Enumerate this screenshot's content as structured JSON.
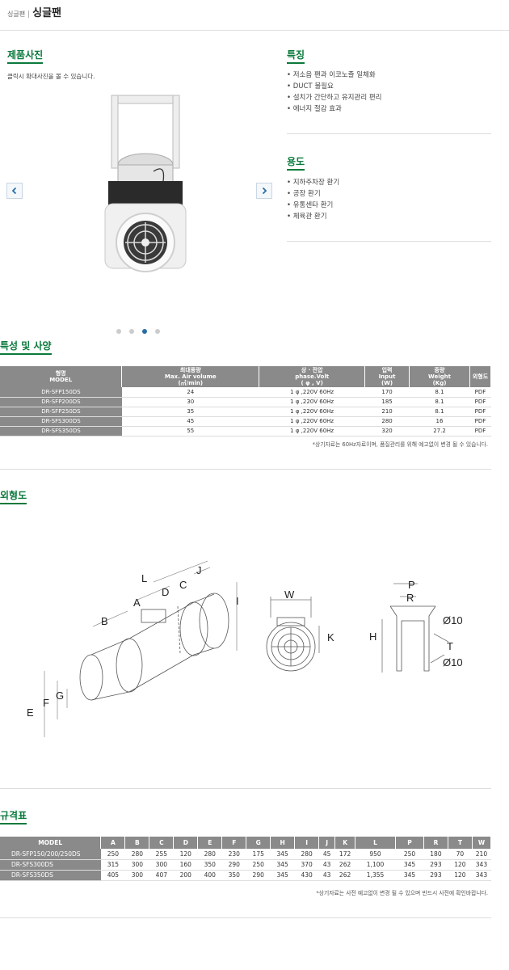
{
  "breadcrumb": {
    "small": "싱글팬",
    "separator": "|",
    "title": "싱글팬"
  },
  "photo_section": {
    "title": "제품사진",
    "hint": "클릭시 확대사진을 볼 수 있습니다.",
    "dots": 4,
    "active_dot": 2
  },
  "features": {
    "title": "특징",
    "items": [
      "저소음 팬과 이코노즐 일체화",
      "DUCT 불필요",
      "설치가 간단하고 유지관리 편리",
      "에너지 절감 효과"
    ]
  },
  "usage": {
    "title": "용도",
    "items": [
      "지하주차장 환기",
      "공장 환기",
      "유통센타 환기",
      "체육관 환기"
    ]
  },
  "spec": {
    "title": "특성 및 사양",
    "headers": [
      [
        "형명",
        "MODEL"
      ],
      [
        "최대풍량",
        "Max. Air volume",
        "(㎥/min)"
      ],
      [
        "상 · 전압",
        "phase.Volt",
        "( φ , V)"
      ],
      [
        "입력",
        "Input",
        "(W)"
      ],
      [
        "중량",
        "Weight",
        "(Kg)"
      ],
      [
        "외형도"
      ]
    ],
    "rows": [
      [
        "DR-SFP150DS",
        "24",
        "1 φ ,220V 60Hz",
        "170",
        "8.1",
        "PDF"
      ],
      [
        "DR-SFP200DS",
        "30",
        "1 φ ,220V 60Hz",
        "185",
        "8.1",
        "PDF"
      ],
      [
        "DR-SFP250DS",
        "35",
        "1 φ ,220V 60Hz",
        "210",
        "8.1",
        "PDF"
      ],
      [
        "DR-SFS300DS",
        "45",
        "1 φ ,220V 60Hz",
        "280",
        "16",
        "PDF"
      ],
      [
        "DR-SFS350DS",
        "55",
        "1 φ ,220V 60Hz",
        "320",
        "27.2",
        "PDF"
      ]
    ],
    "note": "*상기자료는 60Hz자료이며, 품질관리를 위해 예고없이 변경 될 수 있습니다."
  },
  "outline": {
    "title": "외형도",
    "labels": [
      "L",
      "D",
      "C",
      "J",
      "A",
      "B",
      "I",
      "E",
      "F",
      "G",
      "W",
      "K",
      "P",
      "R",
      "H",
      "T",
      "Ø10",
      "Ø10"
    ]
  },
  "dimensions": {
    "title": "규격표",
    "headers": [
      "MODEL",
      "A",
      "B",
      "C",
      "D",
      "E",
      "F",
      "G",
      "H",
      "I",
      "J",
      "K",
      "L",
      "P",
      "R",
      "T",
      "W"
    ],
    "rows": [
      [
        "DR-SFP150/200/250DS",
        "250",
        "280",
        "255",
        "120",
        "280",
        "230",
        "175",
        "345",
        "280",
        "45",
        "172",
        "950",
        "250",
        "180",
        "70",
        "210"
      ],
      [
        "DR-SFS300DS",
        "315",
        "300",
        "300",
        "160",
        "350",
        "290",
        "250",
        "345",
        "370",
        "43",
        "262",
        "1,100",
        "345",
        "293",
        "120",
        "343"
      ],
      [
        "DR-SFS350DS",
        "405",
        "300",
        "407",
        "200",
        "400",
        "350",
        "290",
        "345",
        "430",
        "43",
        "262",
        "1,355",
        "345",
        "293",
        "120",
        "343"
      ]
    ],
    "note": "*상기자료는 사전 예고없이 변경 될 수 있으며 반드시 사전에 확인바랍니다."
  }
}
